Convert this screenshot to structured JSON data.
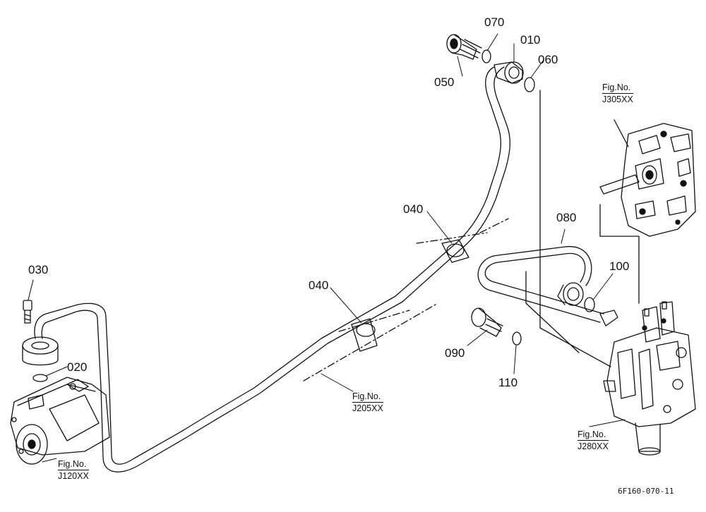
{
  "callouts": [
    {
      "id": "p010",
      "text": "010"
    },
    {
      "id": "p020",
      "text": "020"
    },
    {
      "id": "p030",
      "text": "030"
    },
    {
      "id": "p040a",
      "text": "040"
    },
    {
      "id": "p040b",
      "text": "040"
    },
    {
      "id": "p050",
      "text": "050"
    },
    {
      "id": "p060",
      "text": "060"
    },
    {
      "id": "p070",
      "text": "070"
    },
    {
      "id": "p080",
      "text": "080"
    },
    {
      "id": "p090",
      "text": "090"
    },
    {
      "id": "p100",
      "text": "100"
    },
    {
      "id": "p110",
      "text": "110"
    }
  ],
  "references": [
    {
      "id": "j305",
      "line1": "Fig.No.",
      "line2": "J305XX"
    },
    {
      "id": "j205",
      "line1": "Fig.No.",
      "line2": "J205XX"
    },
    {
      "id": "j280",
      "line1": "Fig.No.",
      "line2": "J280XX"
    },
    {
      "id": "j120",
      "line1": "Fig.No.",
      "line2": "J120XX"
    }
  ],
  "drawing_code": "6F160-070-11",
  "colors": {
    "line": "#111111",
    "background": "#ffffff",
    "shade": "#9a9a9a"
  }
}
